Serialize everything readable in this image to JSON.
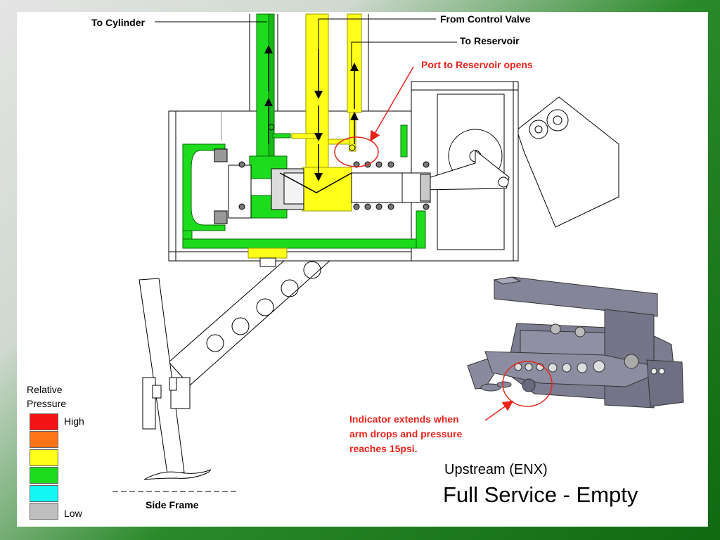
{
  "callouts": {
    "to_cylinder": "To Cylinder",
    "from_control_valve": "From Control Valve",
    "to_reservoir": "To Reservoir",
    "port_note": "Port to Reservoir opens",
    "indicator_note": [
      "Indicator extends when",
      "arm drops and pressure",
      "reaches 15psi."
    ]
  },
  "legend": {
    "title": [
      "Relative",
      "Pressure"
    ],
    "high_label": "High",
    "low_label": "Low",
    "colors": [
      "#f21414",
      "#ff7417",
      "#ffff1a",
      "#1ddc1d",
      "#15f7f4",
      "#bfbfbf"
    ]
  },
  "side_frame_label": "Side Frame",
  "title": {
    "subtitle": "Upstream (ENX)",
    "main": "Full Service - Empty"
  },
  "colors": {
    "frame_green": "#117411",
    "high_pressure_green": "#1ddc1d",
    "supply_yellow": "#ffff1a",
    "callout_red": "#e8231b",
    "model_gray": "#8a8a9e"
  }
}
